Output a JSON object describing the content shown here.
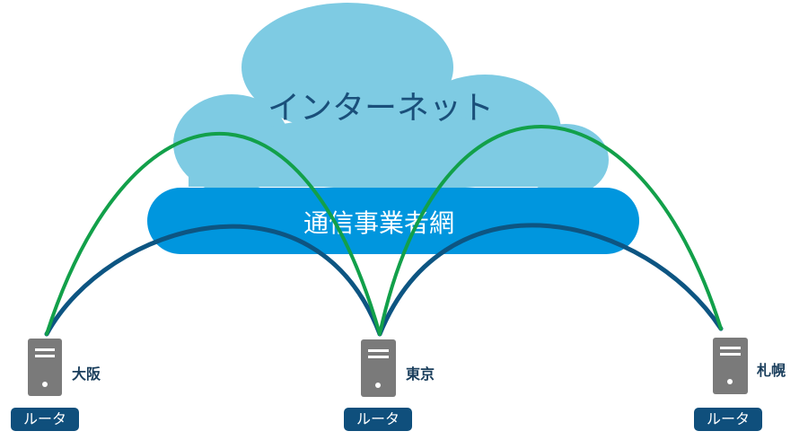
{
  "cloud": {
    "label": "インターネット"
  },
  "carrier": {
    "label": "通信事業者網"
  },
  "routers": [
    {
      "city": "大阪",
      "tag": "ルータ"
    },
    {
      "city": "東京",
      "tag": "ルータ"
    },
    {
      "city": "札幌",
      "tag": "ルータ"
    }
  ],
  "colors": {
    "cloud": "#7ecbe3",
    "carrier_band": "#0096de",
    "internet_link": "#12a04a",
    "carrier_link": "#0d5582",
    "server_body": "#7a7a7a",
    "router_tag": "#0f4f7c"
  }
}
